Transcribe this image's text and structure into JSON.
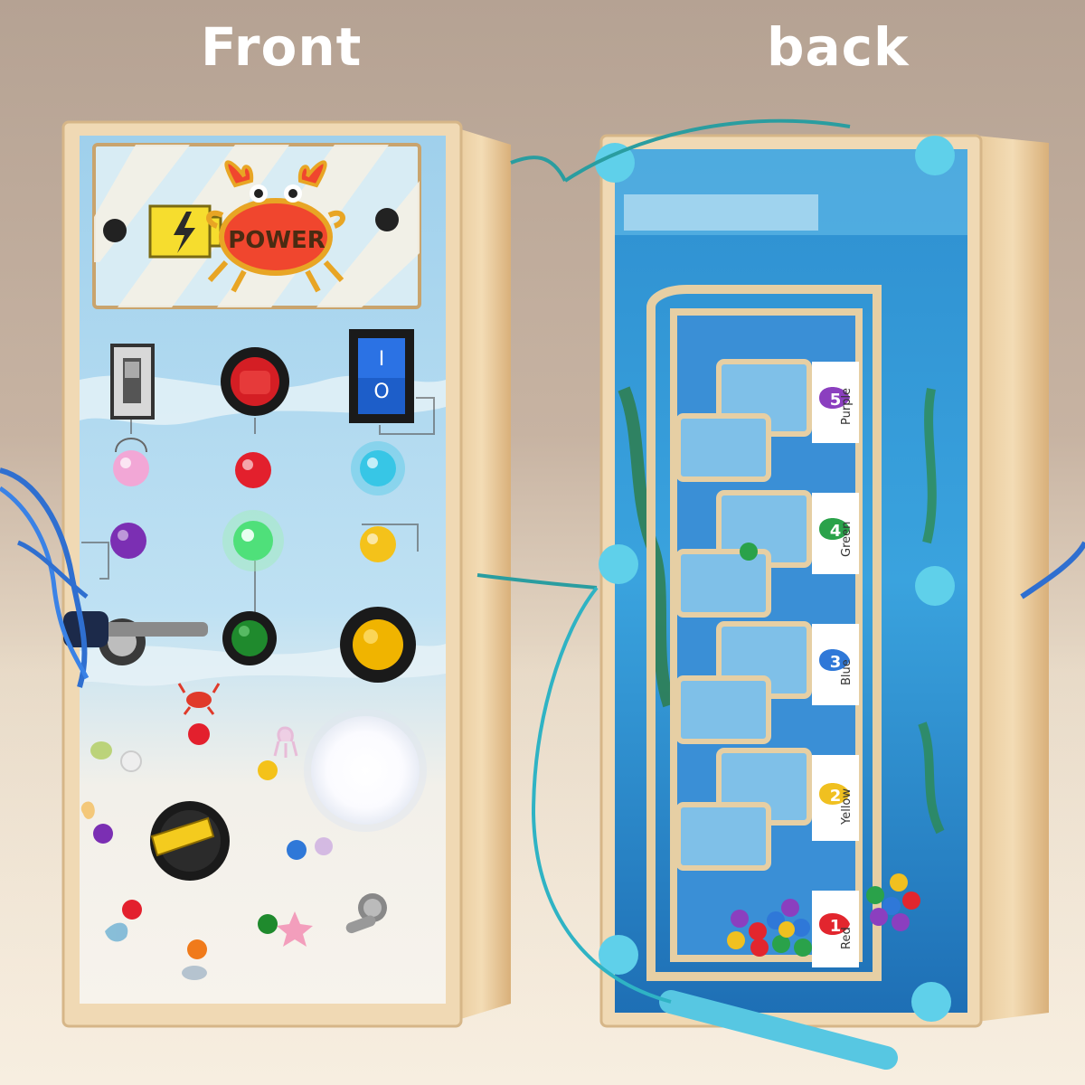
{
  "captions": {
    "front": "Front",
    "back": "back"
  },
  "front_board": {
    "plate_label": "POWER",
    "light_colors": [
      "#f2a7d6",
      "#e3202d",
      "#37c6e6",
      "#7b2fb3",
      "#4fe07a",
      "#f4c21a"
    ],
    "button_colors": {
      "top_center": "#d41e24",
      "bottom_center": "#1f8a2d",
      "bottom_right": "#f0b400"
    },
    "rocker_switch_labels": [
      "I",
      "O"
    ]
  },
  "back_board": {
    "slots": [
      {
        "number": "5",
        "color_name": "Purple",
        "fish_color": "#8b3fbf"
      },
      {
        "number": "4",
        "color_name": "Green",
        "fish_color": "#2aa24a"
      },
      {
        "number": "3",
        "color_name": "Blue",
        "fish_color": "#2f78d8"
      },
      {
        "number": "2",
        "color_name": "Yellow",
        "fish_color": "#f0c020"
      },
      {
        "number": "1",
        "color_name": "Red",
        "fish_color": "#e2262e"
      }
    ]
  }
}
